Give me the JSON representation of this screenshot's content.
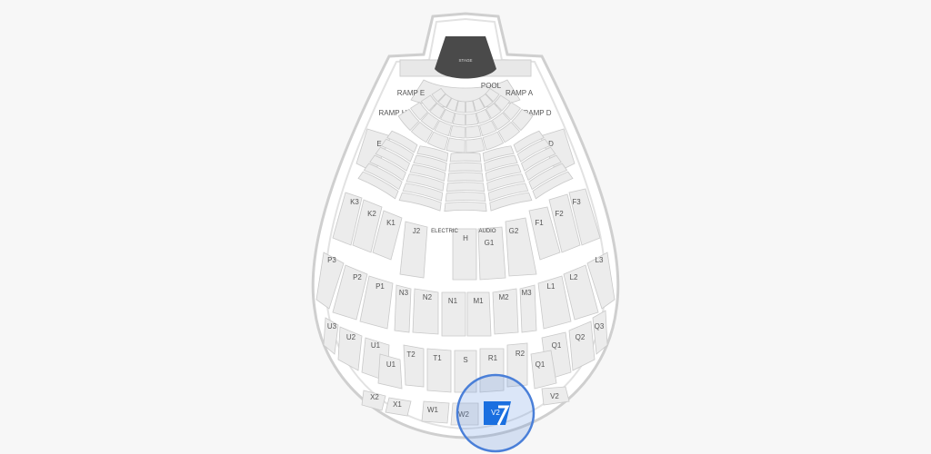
{
  "venue": {
    "stage_label": "STAGE",
    "pool_label": "POOL",
    "ramps": [
      "RAMP E",
      "RAMP A",
      "RAMP H",
      "RAMP D"
    ],
    "box_labels": [
      "E",
      "D",
      "ELECTRIC",
      "AUDIO"
    ],
    "sections": [
      "K3",
      "K2",
      "K1",
      "J2",
      "H",
      "G1",
      "G2",
      "F1",
      "F2",
      "F3",
      "P3",
      "P2",
      "P1",
      "N3",
      "N2",
      "N1",
      "M1",
      "M2",
      "M3",
      "L1",
      "L2",
      "L3",
      "U3",
      "U2",
      "U1",
      "U1",
      "T2",
      "T1",
      "S",
      "R1",
      "R2",
      "Q1",
      "Q1",
      "Q2",
      "Q3",
      "X2",
      "X1",
      "W1",
      "W2",
      "V2"
    ],
    "selected_section": "V2"
  },
  "colors": {
    "background": "#f7f7f7",
    "bowl_fill": "#ffffff",
    "bowl_outline": "#cfcfcf",
    "section_fill": "#ececec",
    "stage_fill": "#4a4a4a",
    "highlight": "#1a6fe0",
    "highlight_ring": "#5b8fe0"
  }
}
